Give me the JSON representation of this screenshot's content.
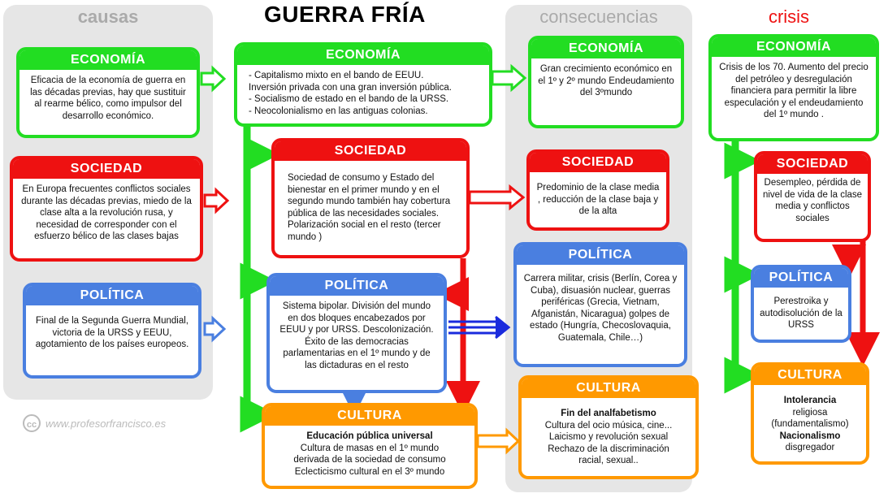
{
  "title": "GUERRA FRÍA",
  "columns": {
    "causas": "causas",
    "consecuencias": "consecuencias",
    "crisis": "crisis"
  },
  "colors": {
    "green": "#22dd22",
    "red": "#ee1111",
    "blue": "#4a7fe0",
    "orange": "#ff9900",
    "crisis_title": "#ee1111",
    "column_bg": "#e6e6e6"
  },
  "causas": {
    "economia": {
      "header": "ECONOMÍA",
      "text": [
        "Eficacia de la economía de guerra en las décadas previas, hay que sustituir al rearme bélico, como impulsor del desarrollo económico."
      ]
    },
    "sociedad": {
      "header": "SOCIEDAD",
      "text": [
        "En Europa frecuentes conflictos sociales durante las décadas previas, miedo de la clase alta a la revolución rusa, y necesidad de corresponder con el esfuerzo bélico de las clases bajas"
      ]
    },
    "politica": {
      "header": "POLÍTICA",
      "text": [
        "Final de la Segunda Guerra Mundial, victoria de la URSS y EEUU, agotamiento de los países europeos."
      ]
    }
  },
  "guerra": {
    "economia": {
      "header": "ECONOMÍA",
      "lines": [
        "- Capitalismo mixto en el bando de EEUU.",
        "Inversión privada con una gran inversión pública.",
        "- Socialismo de estado en el bando de la URSS.",
        "- Neocolonialismo en las antiguas colonias."
      ]
    },
    "sociedad": {
      "header": "SOCIEDAD",
      "text": [
        "Sociedad de consumo y Estado del bienestar en el primer mundo y en el segundo mundo también hay cobertura pública de las necesidades sociales. Polarización social en el resto (tercer mundo )"
      ]
    },
    "politica": {
      "header": "POLÍTICA",
      "text": [
        "Sistema bipolar. División del mundo en dos bloques encabezados por EEUU y por URSS. Descolonización.",
        "Éxito de las democracias parlamentarias en el 1º mundo y de las dictaduras en el resto"
      ]
    },
    "cultura": {
      "header": "CULTURA",
      "lines": [
        "Educación pública universal",
        "Cultura de masas en el 1º mundo",
        "derivada de la sociedad de consumo",
        "Eclecticismo cultural en el 3º mundo"
      ]
    }
  },
  "consecuencias": {
    "economia": {
      "header": "ECONOMÍA",
      "text": [
        "Gran crecimiento económico en el 1º y 2º mundo Endeudamiento del 3ºmundo"
      ]
    },
    "sociedad": {
      "header": "SOCIEDAD",
      "text": [
        "Predominio de la clase media , reducción de la clase baja y de la alta"
      ]
    },
    "politica": {
      "header": "POLÍTICA",
      "text": [
        "Carrera militar, crisis (Berlín, Corea y Cuba), disuasión nuclear, guerras periféricas (Grecia, Vietnam, Afganistán, Nicaragua) golpes de estado (Hungría, Checoslovaquia, Guatemala, Chile…)"
      ]
    },
    "cultura": {
      "header": "CULTURA",
      "lines": [
        "Fin del analfabetismo",
        "Cultura del ocio música, cine...",
        "Laicismo y revolución sexual",
        "Rechazo de la discriminación",
        "racial, sexual.."
      ]
    }
  },
  "crisis": {
    "economia": {
      "header": "ECONOMÍA",
      "text": [
        "Crisis de los 70. Aumento del precio del petróleo y desregulación financiera para permitir la libre especulación y el endeudamiento del 1º mundo ."
      ]
    },
    "sociedad": {
      "header": "SOCIEDAD",
      "text": [
        "Desempleo, pérdida de nivel de vida de la clase media y conflictos sociales"
      ]
    },
    "politica": {
      "header": "POLÍTICA",
      "text": [
        "Perestroika y autodisolución de la URSS"
      ]
    },
    "cultura": {
      "header": "CULTURA",
      "lines": [
        "Intolerancia",
        "religiosa",
        "(fundamentalismo)",
        "Nacionalismo",
        "disgregador"
      ]
    }
  },
  "footer": {
    "cc": "cc",
    "credit": "www.profesorfrancisco.es"
  }
}
